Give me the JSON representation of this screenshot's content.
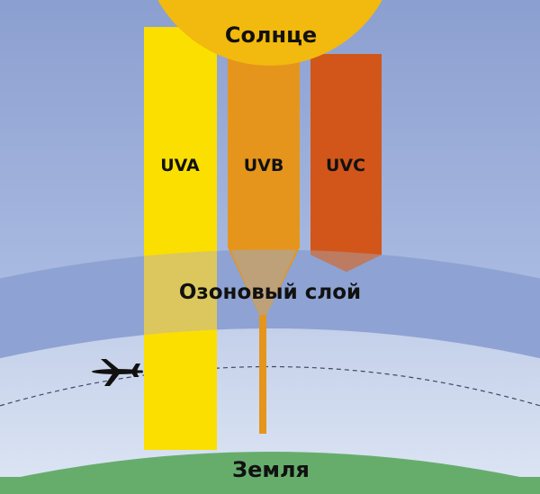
{
  "sun": {
    "label": "Солнце",
    "color": "#f2b90e"
  },
  "earth": {
    "label": "Земля",
    "color": "#66ad6c"
  },
  "ozone": {
    "label": "Озоновый слой",
    "color": "#8ea3d3"
  },
  "sky": {
    "top_color": "#8b9fd0",
    "bottom_color": "#d6e2f2"
  },
  "rays": [
    {
      "label": "UVA",
      "color": "#fbdf00"
    },
    {
      "label": "UVB",
      "color": "#e5951b"
    },
    {
      "label": "UVC",
      "color": "#d2561a"
    }
  ],
  "icons": {
    "airplane": "airplane-icon",
    "flight_path": "dashed-arc"
  }
}
